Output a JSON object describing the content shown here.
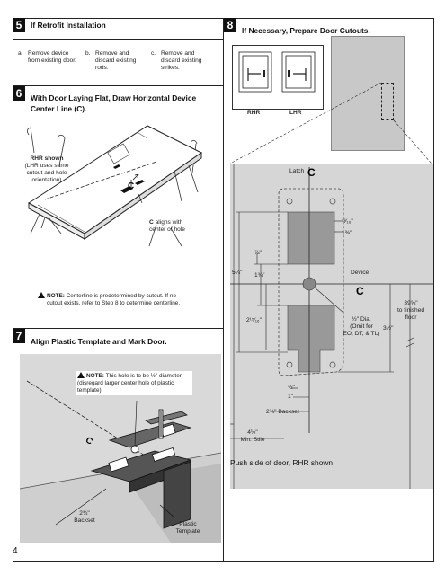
{
  "page_number": "4",
  "step5": {
    "number": "5",
    "title": "If Retrofit Installation",
    "items": [
      {
        "letter": "a.",
        "text": "Remove device from existing door."
      },
      {
        "letter": "b.",
        "text": "Remove and discard existing rods."
      },
      {
        "letter": "c.",
        "text": "Remove and discard existing strikes."
      }
    ]
  },
  "step6": {
    "number": "6",
    "title_line1": "With Door Laying Flat, Draw Horizontal Device",
    "title_line2": "Center Line (",
    "title_line2_end": ").",
    "rhr_label": "RHR shown",
    "rhr_desc_1": "(LHR uses same",
    "rhr_desc_2": "cutout and hole",
    "rhr_desc_3": "orientation)",
    "aligns_1": "aligns with",
    "aligns_2": "center of hole",
    "note_prefix": "NOTE:",
    "note_text_1": "Centerline is predetermined by cutout. If no",
    "note_text_2": "cutout exists, refer to Step 8 to determine centerline."
  },
  "step7": {
    "number": "7",
    "title": "Align Plastic Template and Mark Door.",
    "note_prefix": "NOTE:",
    "note_text_1": "This hole is to be ½\" diameter",
    "note_text_2": "(disregard larger center hole of plastic",
    "note_text_3": "template).",
    "backset_1": "2¾\"",
    "backset_2": "Backset",
    "template_1": "Plastic",
    "template_2": "Template"
  },
  "step8": {
    "number": "8",
    "title": "If Necessary, Prepare Door Cutouts.",
    "rhr": "RHR",
    "lhr": "LHR",
    "latch": "Latch",
    "device": "Device",
    "dims": {
      "d_13_16": "¹³⁄₁₆\"",
      "d_1_3_8": "1⅜\"",
      "d_7_8": "⅞\"",
      "d_5_1_4": "5¼\"",
      "d_1_3_4": "1¾\"",
      "d_2_15_16": "2¹⁵⁄₁₆\"",
      "d_39": "39⅝\"",
      "d_39_b": "to finished",
      "d_39_c": "floor",
      "d_3_1_2": "3½\"",
      "dia_1": "½\" Dia.",
      "dia_2": "(Omit for",
      "dia_3": "EO, DT, & TL)",
      "half": "½\"",
      "one": "1\"",
      "backset": "2¾\" Backset",
      "stile_1": "4½\"",
      "stile_2": "Min. Stile"
    },
    "caption": "Push side of door, RHR shown"
  }
}
